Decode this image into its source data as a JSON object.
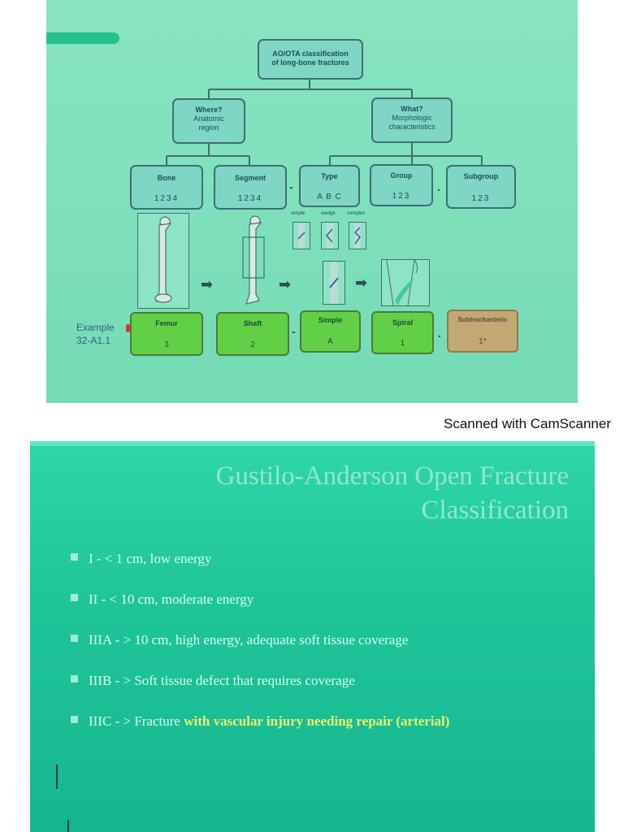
{
  "slide1": {
    "root": {
      "line1": "AO/OTA classification",
      "line2": "of long-bone fractures"
    },
    "where": {
      "title": "Where?",
      "sub1": "Anatomic",
      "sub2": "region"
    },
    "what": {
      "title": "What?",
      "sub1": "Morphologic",
      "sub2": "characteristics"
    },
    "categories": [
      {
        "label": "Bone",
        "code": "1234"
      },
      {
        "label": "Segment",
        "code": "1234"
      },
      {
        "label": "Type",
        "code": "A B C"
      },
      {
        "label": "Group",
        "code": "123"
      },
      {
        "label": "Subgroup",
        "code": "123"
      }
    ],
    "separators": {
      "dash": "-",
      "dot": "."
    },
    "type_sublabels": [
      "simple",
      "wedge",
      "complex"
    ],
    "example_label_line1": "Example",
    "example_label_line2": "32-A1.1",
    "example": [
      {
        "label": "Femur",
        "code": "3"
      },
      {
        "label": "Shaft",
        "code": "2"
      },
      {
        "label": "Simple",
        "code": "A"
      },
      {
        "label": "Spiral",
        "code": "1"
      },
      {
        "label": "Subtrochanteric",
        "code": "1*"
      }
    ],
    "arrow_glyph": "➡",
    "colors": {
      "example_green": "#62d047",
      "example_orange": "#c2a871",
      "example_text": "#3a5a86"
    }
  },
  "watermark": "Scanned with CamScanner",
  "slide2": {
    "title_line1": "Gustilo-Anderson Open Fracture",
    "title_line2": "Classification",
    "items": [
      {
        "text": "I - < 1 cm, low energy",
        "highlight": ""
      },
      {
        "text": "II - < 10 cm, moderate energy",
        "highlight": ""
      },
      {
        "text": "IIIA - > 10 cm, high  energy, adequate soft tissue coverage",
        "highlight": ""
      },
      {
        "text": "IIIB - > Soft tissue defect that requires coverage",
        "highlight": ""
      },
      {
        "text": "IIIC - > Fracture ",
        "highlight": "with vascular injury needing repair (arterial)"
      }
    ],
    "colors": {
      "title": "#8fe9c8",
      "text": "#d6ffe9",
      "highlight": "#e8f46a"
    }
  }
}
